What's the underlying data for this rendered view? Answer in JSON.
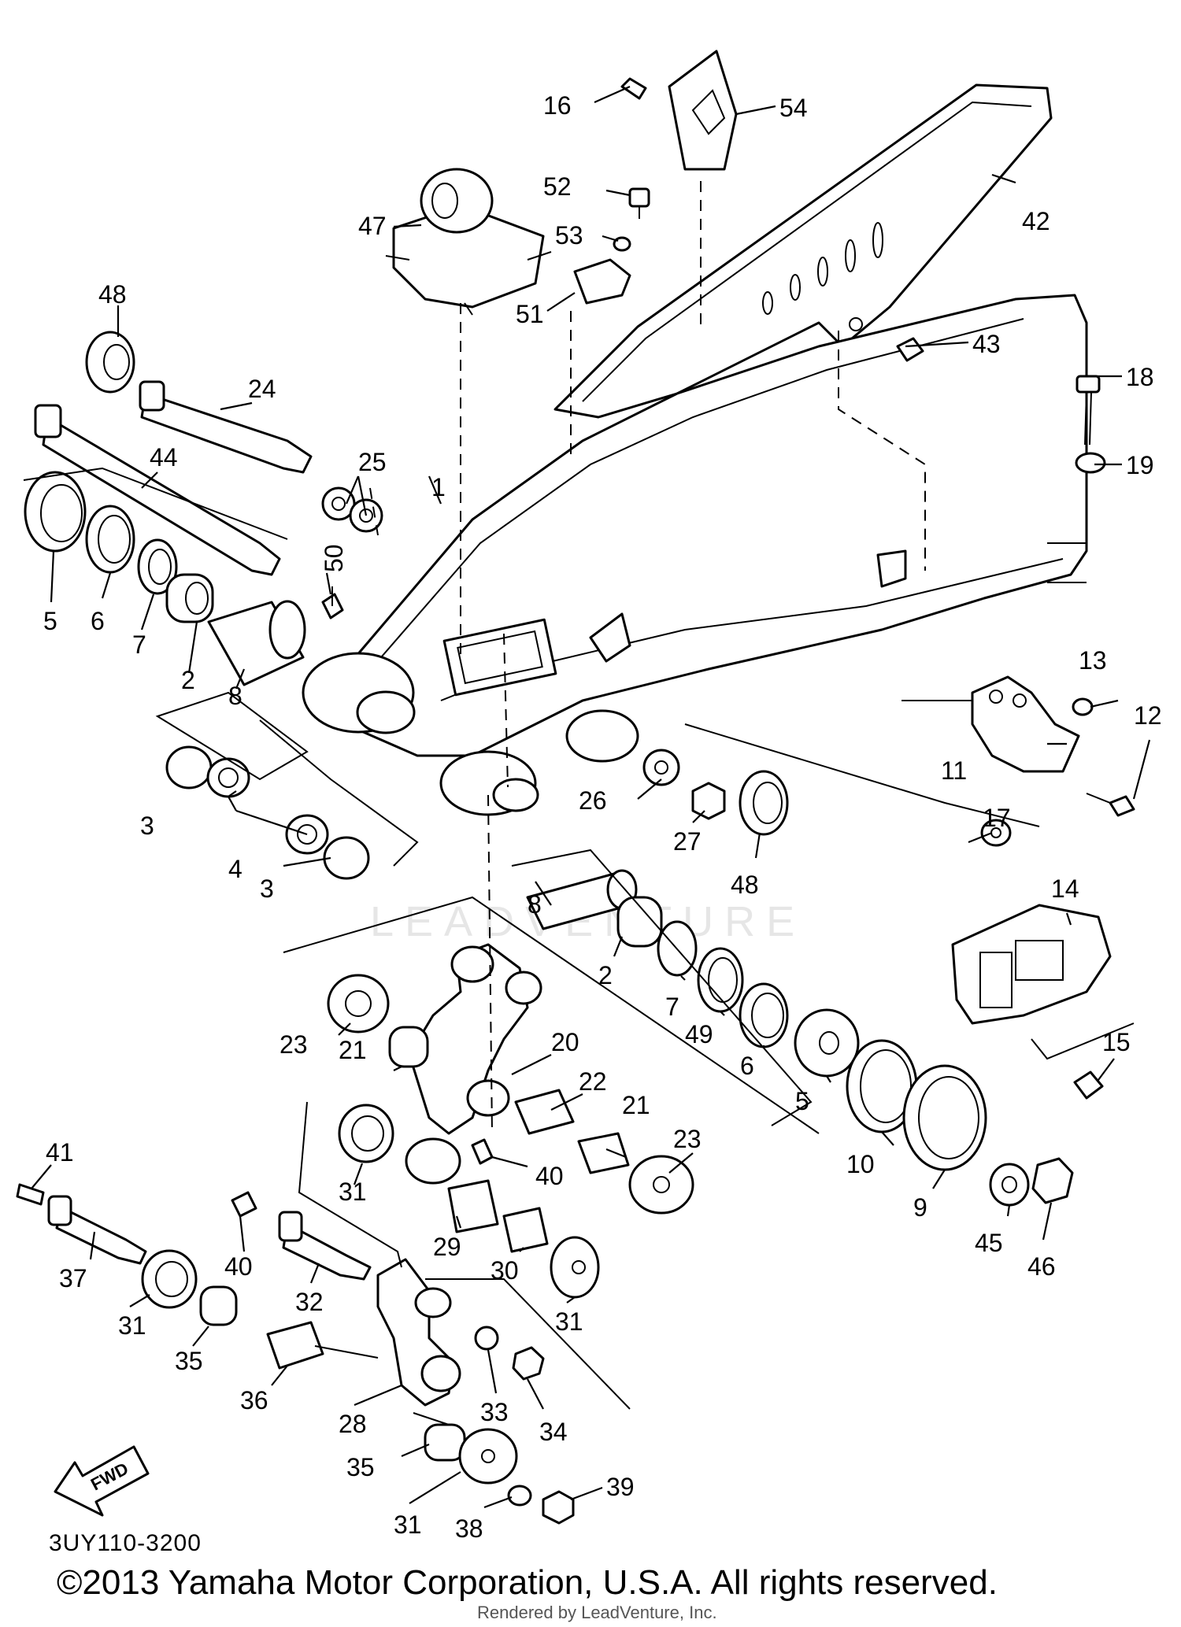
{
  "diagram_code": "3UY110-3200",
  "copyright": "©2013 Yamaha Motor Corporation, U.S.A. All rights reserved.",
  "rendered_by": "Rendered by LeadVenture, Inc.",
  "watermark": "LEADVENTURE",
  "fwd_label": "FWD",
  "callouts": [
    {
      "id": "1",
      "label": "1"
    },
    {
      "id": "2a",
      "label": "2"
    },
    {
      "id": "2b",
      "label": "2"
    },
    {
      "id": "3a",
      "label": "3"
    },
    {
      "id": "3b",
      "label": "3"
    },
    {
      "id": "4",
      "label": "4"
    },
    {
      "id": "5a",
      "label": "5"
    },
    {
      "id": "5b",
      "label": "5"
    },
    {
      "id": "6a",
      "label": "6"
    },
    {
      "id": "6b",
      "label": "6"
    },
    {
      "id": "7a",
      "label": "7"
    },
    {
      "id": "7b",
      "label": "7"
    },
    {
      "id": "8a",
      "label": "8"
    },
    {
      "id": "8b",
      "label": "8"
    },
    {
      "id": "9",
      "label": "9"
    },
    {
      "id": "10",
      "label": "10"
    },
    {
      "id": "11",
      "label": "11"
    },
    {
      "id": "12",
      "label": "12"
    },
    {
      "id": "13",
      "label": "13"
    },
    {
      "id": "14",
      "label": "14"
    },
    {
      "id": "15",
      "label": "15"
    },
    {
      "id": "16",
      "label": "16"
    },
    {
      "id": "17",
      "label": "17"
    },
    {
      "id": "18",
      "label": "18"
    },
    {
      "id": "19",
      "label": "19"
    },
    {
      "id": "20",
      "label": "20"
    },
    {
      "id": "21a",
      "label": "21"
    },
    {
      "id": "21b",
      "label": "21"
    },
    {
      "id": "22",
      "label": "22"
    },
    {
      "id": "23a",
      "label": "23"
    },
    {
      "id": "23b",
      "label": "23"
    },
    {
      "id": "24",
      "label": "24"
    },
    {
      "id": "25",
      "label": "25"
    },
    {
      "id": "26",
      "label": "26"
    },
    {
      "id": "27",
      "label": "27"
    },
    {
      "id": "28",
      "label": "28"
    },
    {
      "id": "29",
      "label": "29"
    },
    {
      "id": "30",
      "label": "30"
    },
    {
      "id": "31a",
      "label": "31"
    },
    {
      "id": "31b",
      "label": "31"
    },
    {
      "id": "31c",
      "label": "31"
    },
    {
      "id": "31d",
      "label": "31"
    },
    {
      "id": "32",
      "label": "32"
    },
    {
      "id": "33",
      "label": "33"
    },
    {
      "id": "34",
      "label": "34"
    },
    {
      "id": "35a",
      "label": "35"
    },
    {
      "id": "35b",
      "label": "35"
    },
    {
      "id": "36",
      "label": "36"
    },
    {
      "id": "37",
      "label": "37"
    },
    {
      "id": "38",
      "label": "38"
    },
    {
      "id": "39",
      "label": "39"
    },
    {
      "id": "40a",
      "label": "40"
    },
    {
      "id": "40b",
      "label": "40"
    },
    {
      "id": "41",
      "label": "41"
    },
    {
      "id": "42",
      "label": "42"
    },
    {
      "id": "43",
      "label": "43"
    },
    {
      "id": "44",
      "label": "44"
    },
    {
      "id": "45",
      "label": "45"
    },
    {
      "id": "46",
      "label": "46"
    },
    {
      "id": "47",
      "label": "47"
    },
    {
      "id": "48a",
      "label": "48"
    },
    {
      "id": "48b",
      "label": "48"
    },
    {
      "id": "49",
      "label": "49"
    },
    {
      "id": "50",
      "label": "50"
    },
    {
      "id": "51",
      "label": "51"
    },
    {
      "id": "52",
      "label": "52"
    },
    {
      "id": "53",
      "label": "53"
    },
    {
      "id": "54",
      "label": "54"
    }
  ]
}
